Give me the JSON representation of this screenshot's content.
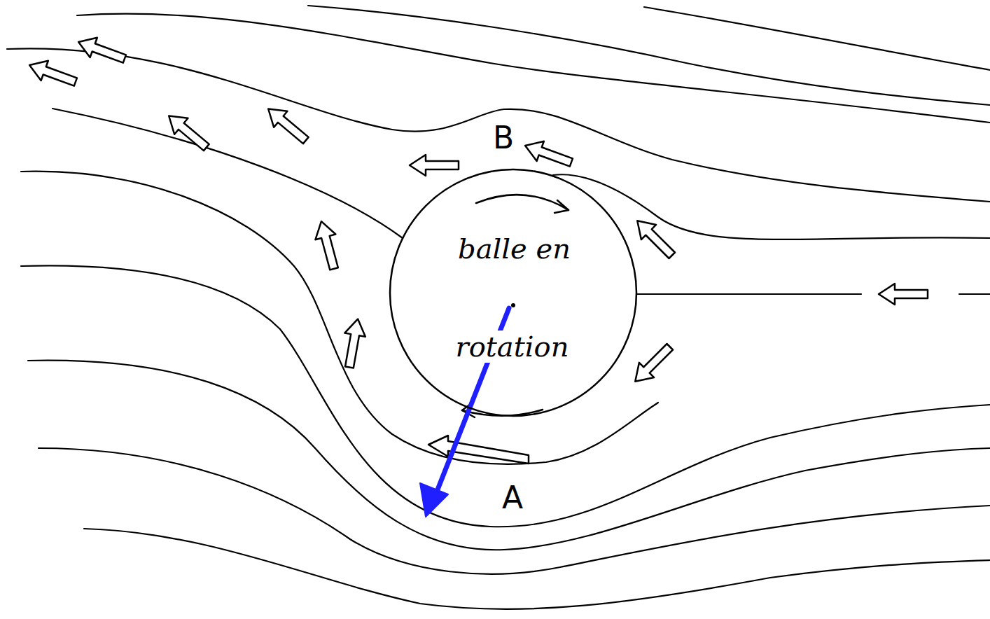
{
  "diagram": {
    "nodes": [
      {
        "text": [
          "balle en rotation"
        ]
      }
    ],
    "labels": [
      "B",
      "A"
    ]
  }
}
